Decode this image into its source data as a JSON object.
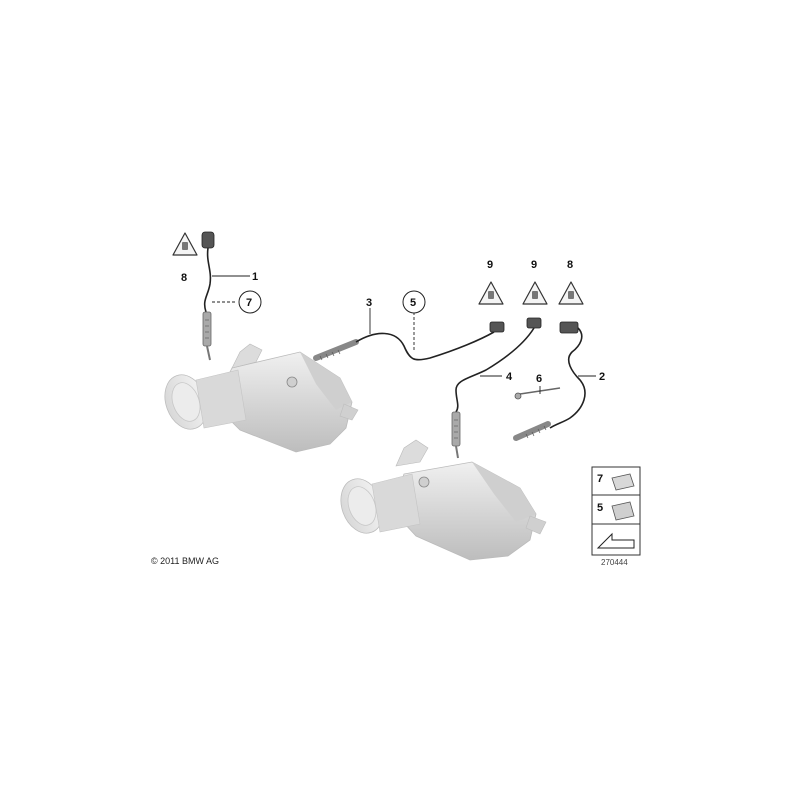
{
  "callouts": {
    "c1": "1",
    "c2": "2",
    "c3": "3",
    "c4": "4",
    "c6": "6"
  },
  "circled_callouts": {
    "c5": "5",
    "c7": "7"
  },
  "warning_triangles": {
    "t_left": "8",
    "t_mid1": "9",
    "t_mid2": "9",
    "t_right": "8"
  },
  "legend": {
    "item_top": "7",
    "item_mid": "5"
  },
  "copyright": "© 2011 BMW AG",
  "reference_number": "270444",
  "colors": {
    "line": "#222222",
    "converter_fill": "#e4e4e4",
    "converter_shade": "#c9c9c9",
    "sensor": "#8a8a8a"
  }
}
